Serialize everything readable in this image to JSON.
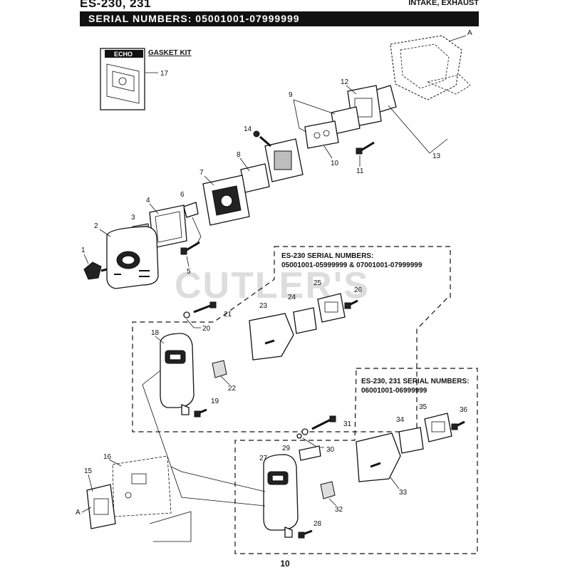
{
  "header": {
    "model": "ES-230, 231",
    "section": "INTAKE, EXHAUST",
    "serial_bar": "SERIAL NUMBERS: 05001001-07999999"
  },
  "gasket_kit": {
    "brand": "ECHO",
    "label": "GASKET KIT",
    "part": "17"
  },
  "group_1": {
    "title_line1": "ES-230 SERIAL NUMBERS:",
    "title_line2": "05001001-05999999 & 07001001-07999999"
  },
  "group_2": {
    "title_line1": "ES-230, 231 SERIAL NUMBERS:",
    "title_line2": "06001001-06999999"
  },
  "watermark": "CUTLER'S",
  "callouts": {
    "A_top": "A",
    "A_bottom": "A",
    "p1": "1",
    "p2": "2",
    "p3": "3",
    "p4": "4",
    "p5": "5",
    "p6": "6",
    "p7": "7",
    "p8": "8",
    "p9": "9",
    "p10": "10",
    "p11": "11",
    "p12": "12",
    "p13": "13",
    "p14": "14",
    "p15": "15",
    "p16": "16",
    "p18": "18",
    "p19": "19",
    "p20": "20",
    "p21": "21",
    "p22": "22",
    "p23": "23",
    "p24": "24",
    "p25": "25",
    "p26": "26",
    "p27": "27",
    "p28": "28",
    "p29": "29",
    "p30": "30",
    "p31": "31",
    "p32": "32",
    "p33": "33",
    "p34": "34",
    "p35": "35",
    "p36": "36"
  },
  "page_number": "10"
}
